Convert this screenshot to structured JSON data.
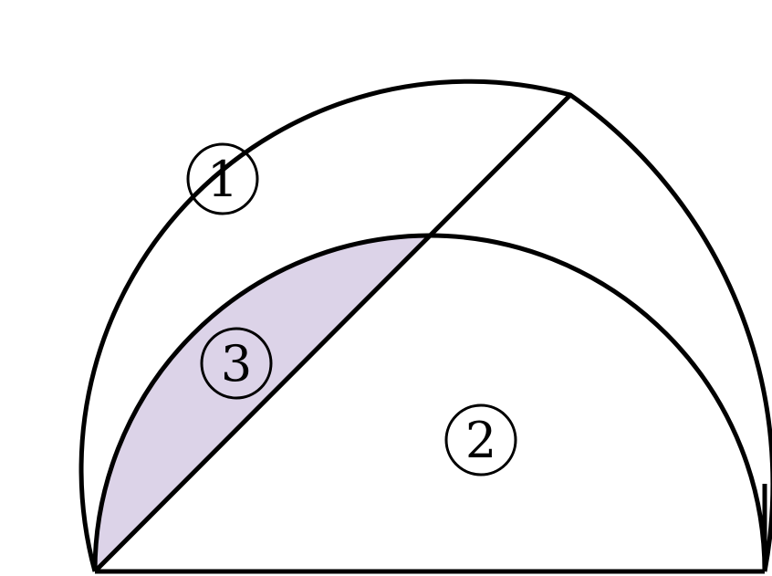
{
  "colors": {
    "stroke": "#000000",
    "shaded_region": "#dcd3e8",
    "background": "#ffffff"
  },
  "regions": [
    {
      "id": "region-1",
      "label": "1",
      "shaded": false
    },
    {
      "id": "region-2",
      "label": "2",
      "shaded": false
    },
    {
      "id": "region-3",
      "label": "3",
      "shaded": true
    }
  ]
}
